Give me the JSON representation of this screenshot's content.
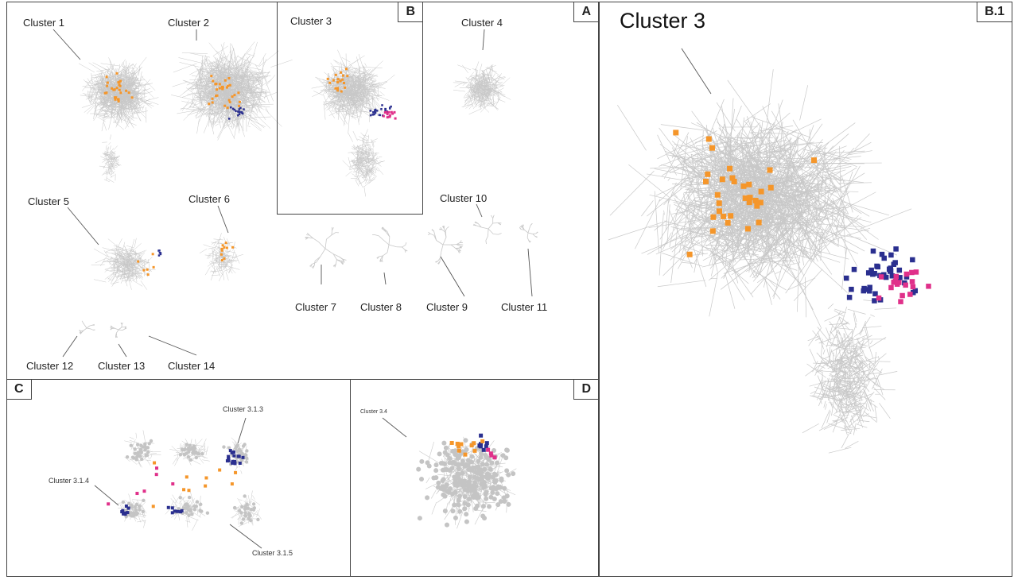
{
  "panels": {
    "a": {
      "tag": "A"
    },
    "b": {
      "tag": "B"
    },
    "b1": {
      "tag": "B.1",
      "title": "Cluster 3"
    },
    "c": {
      "tag": "C"
    },
    "d": {
      "tag": "D"
    }
  },
  "cluster_labels": {
    "c1": "Cluster 1",
    "c2": "Cluster 2",
    "c3": "Cluster 3",
    "c4": "Cluster 4",
    "c5": "Cluster 5",
    "c6": "Cluster 6",
    "c7": "Cluster 7",
    "c8": "Cluster 8",
    "c9": "Cluster 9",
    "c10": "Cluster 10",
    "c11": "Cluster 11",
    "c12": "Cluster 12",
    "c13": "Cluster 13",
    "c14": "Cluster 14"
  },
  "sub_labels": {
    "c313": "Cluster 3.1.3",
    "c314": "Cluster 3.1.4",
    "c315": "Cluster 3.1.5",
    "c34": "Cluster 3.4"
  },
  "colors": {
    "edge": "#c8c8c8",
    "node_gray": "#c4c4c4",
    "orange": "#f5962a",
    "blue": "#2a2f8f",
    "pink": "#e0308a",
    "border": "#444444"
  }
}
